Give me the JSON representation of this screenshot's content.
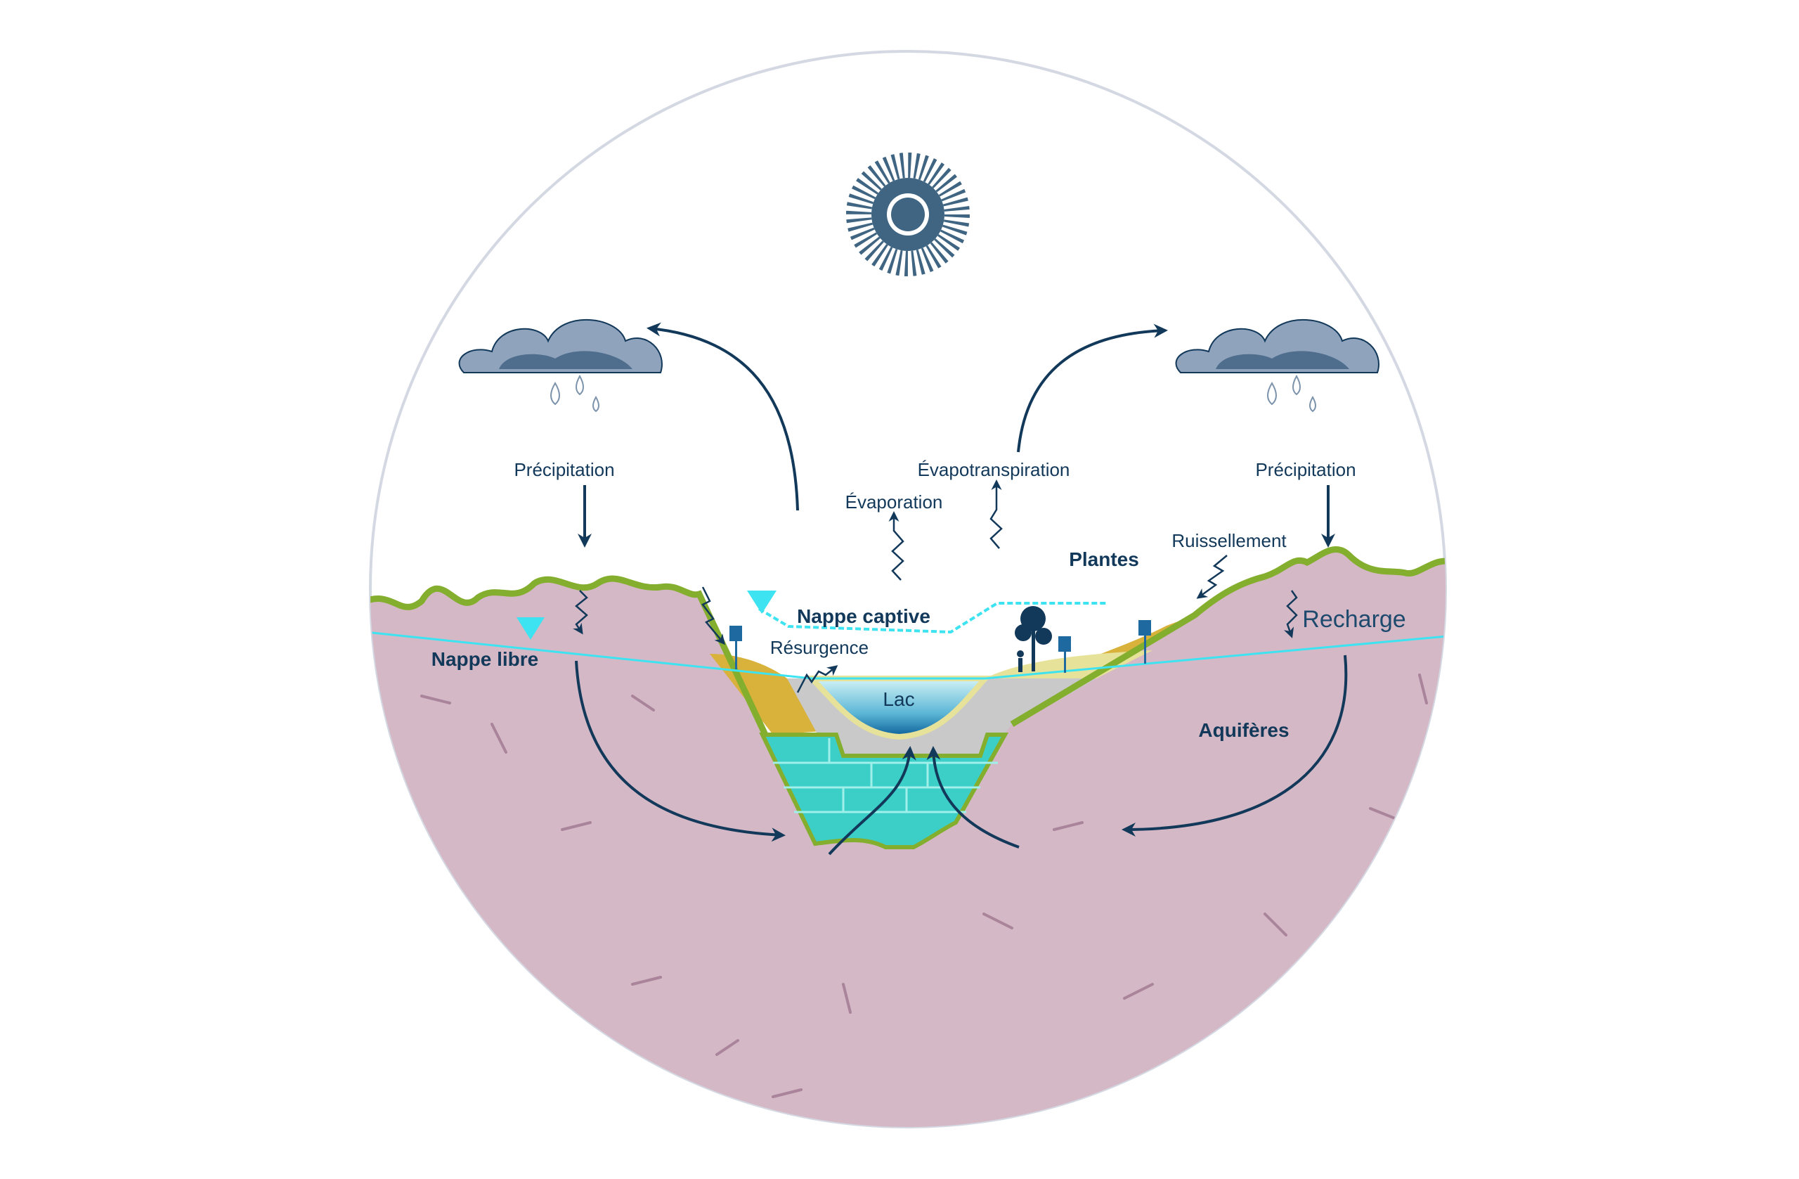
{
  "labels": {
    "precipitation_left": "Précipitation",
    "precipitation_right": "Précipitation",
    "evaporation": "Évaporation",
    "evapotranspiration": "Évapotranspiration",
    "plantes": "Plantes",
    "ruissellement": "Ruissellement",
    "nappe_captive": "Nappe captive",
    "resurgence": "Résurgence",
    "nappe_libre": "Nappe libre",
    "lac": "Lac",
    "recharge": "Recharge",
    "aquiferes": "Aquifères"
  },
  "colors": {
    "rock": "#d5b8c6",
    "grass": "#84ae2e",
    "sediment": "#d8b23a",
    "limestone": "#3ccfc8",
    "water_table": "#3de3f0",
    "ink": "#12385a",
    "lake": "#1a8fbf"
  }
}
